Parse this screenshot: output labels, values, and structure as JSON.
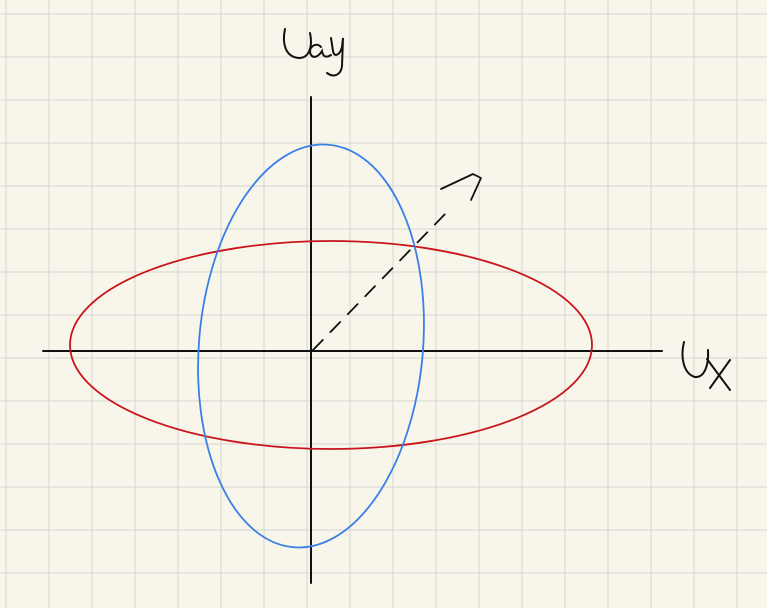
{
  "background_color": "#f8f6ea",
  "grid_color": "#d4d6d2",
  "axis_color": "#111111",
  "axes": {
    "x_label": "Ux",
    "y_label": "Uy"
  },
  "ellipses": [
    {
      "id": "horizontal",
      "color": "#c8141b"
    },
    {
      "id": "vertical",
      "color": "#3a7fe8"
    }
  ],
  "arrow": {
    "style": "dashed",
    "color": "#111111"
  }
}
